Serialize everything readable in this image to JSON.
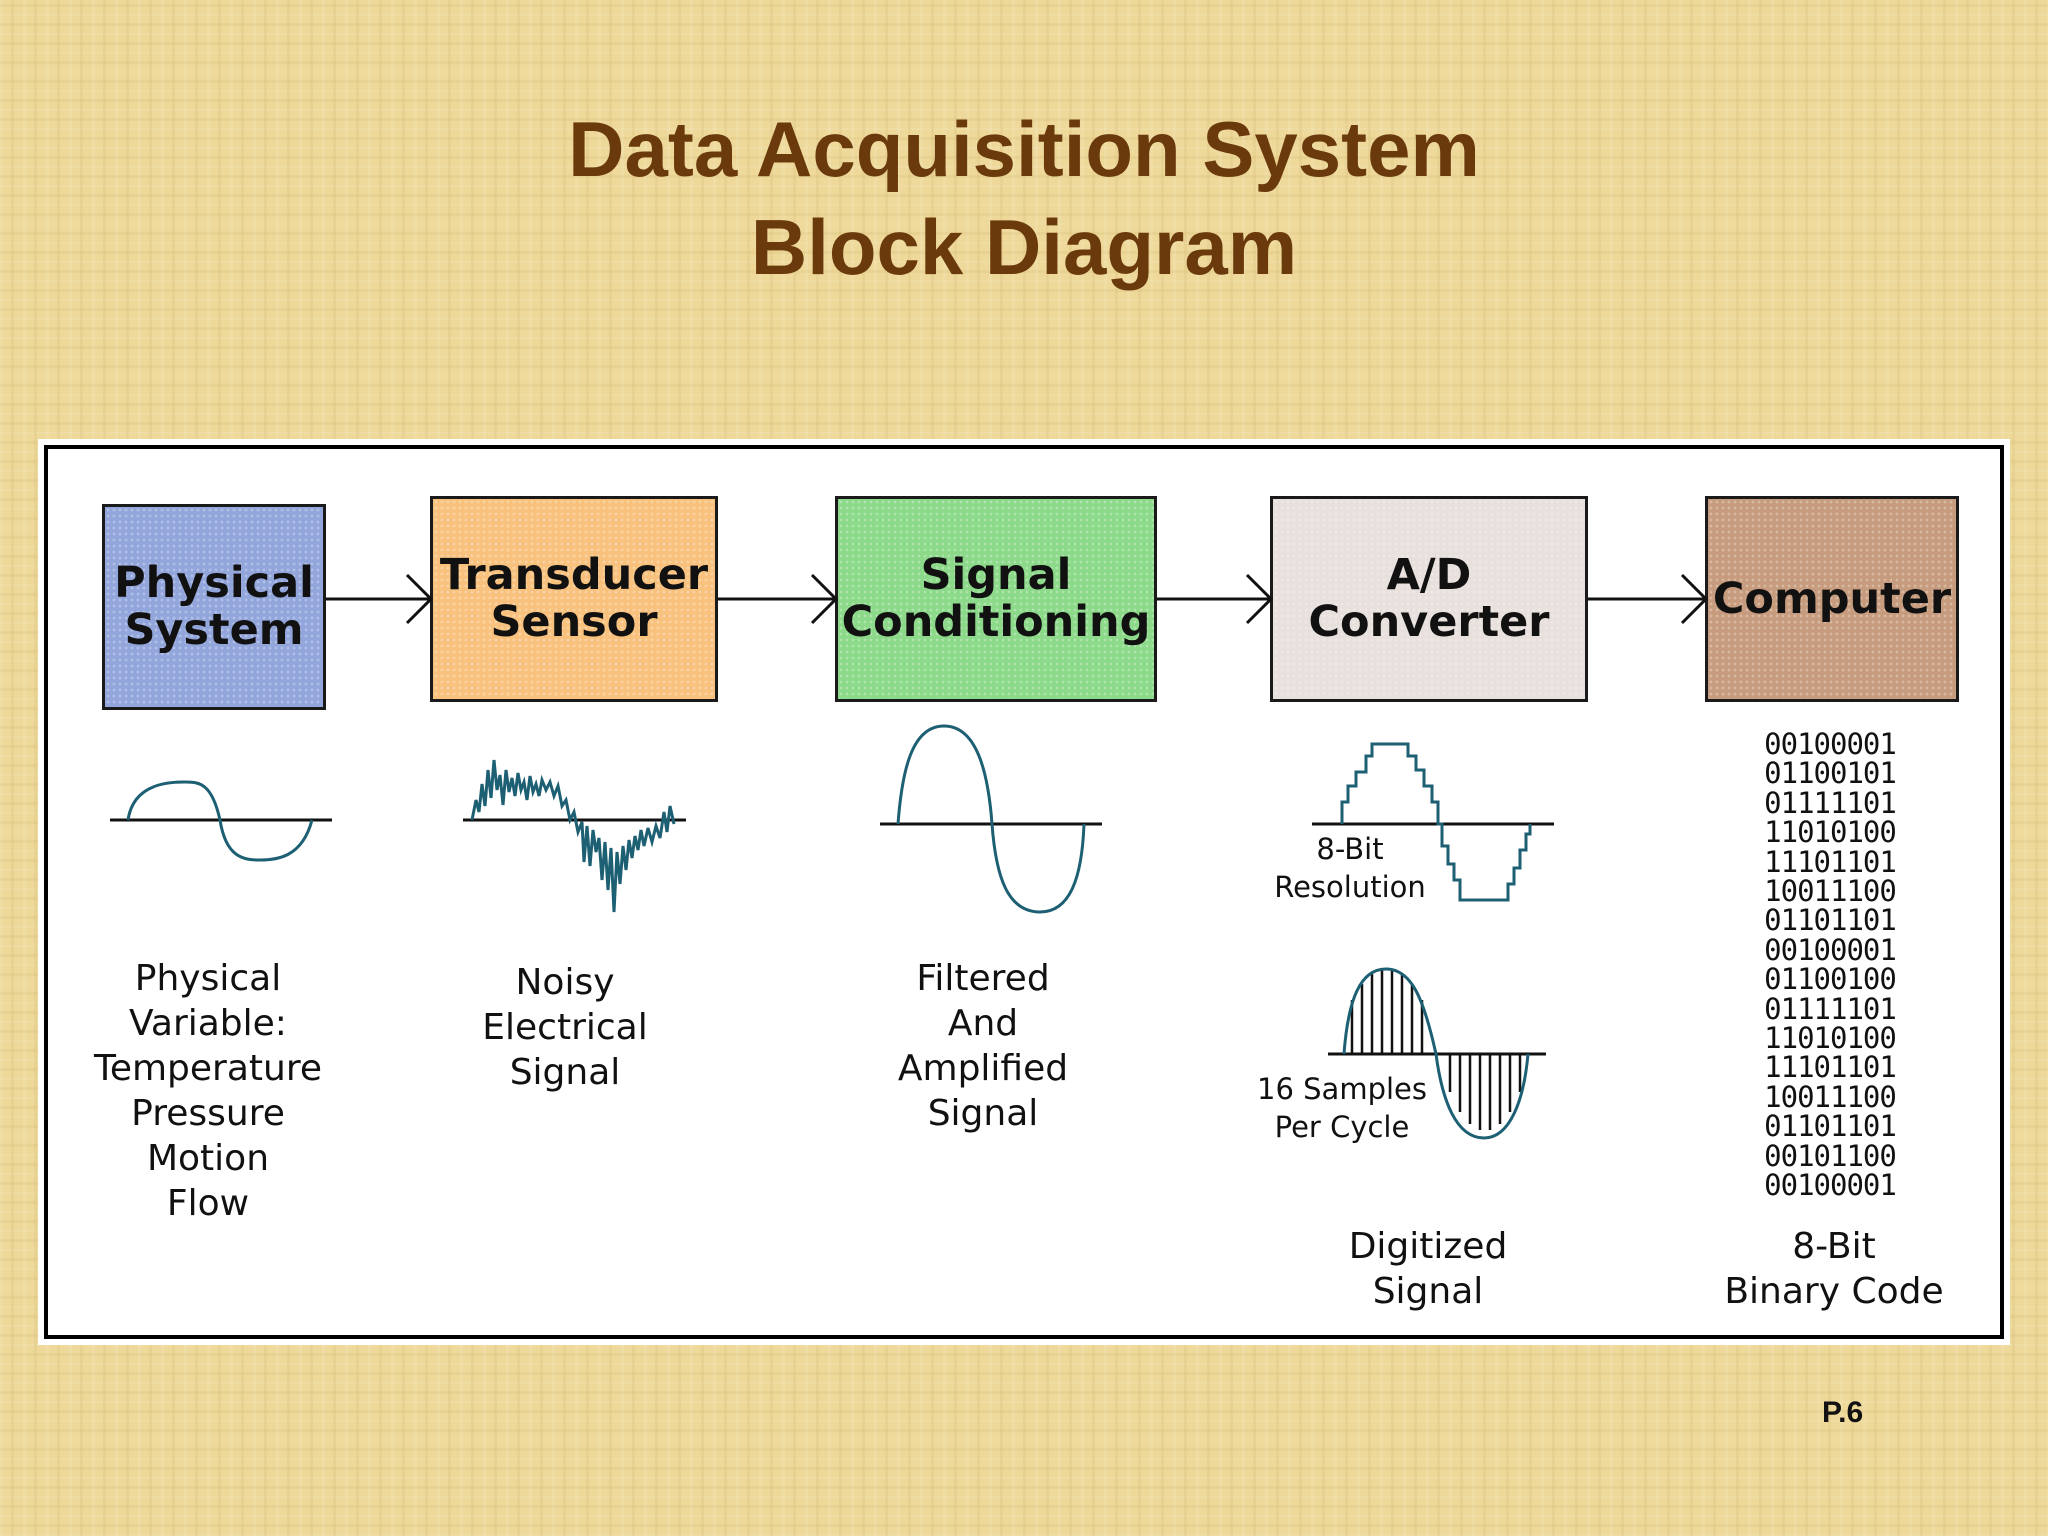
{
  "title": {
    "line1": "Data Acquisition System",
    "line2": "Block Diagram"
  },
  "blocks": [
    {
      "label": "Physical\nSystem",
      "color": "#93a6dc"
    },
    {
      "label": "Transducer\nSensor",
      "color": "#f8c27e"
    },
    {
      "label": "Signal\nConditioning",
      "color": "#8cd98a"
    },
    {
      "label": "A/D\nConverter",
      "color": "#e8e0dc"
    },
    {
      "label": "Computer",
      "color": "#c79c7e"
    }
  ],
  "captions": {
    "physical": "Physical\nVariable:\nTemperature\nPressure\nMotion\nFlow",
    "transducer": "Noisy\nElectrical\nSignal",
    "conditioning": "Filtered\nAnd\nAmplified\nSignal",
    "digitized": "Digitized\nSignal",
    "binary": "8-Bit\nBinary Code"
  },
  "notes": {
    "resolution": "8-Bit\nResolution",
    "samples": "16 Samples\nPer Cycle"
  },
  "binary_code": [
    "00100001",
    "01100101",
    "01111101",
    "11010100",
    "11101101",
    "10011100",
    "01101101",
    "00100001",
    "01100100",
    "01111101",
    "11010100",
    "11101101",
    "10011100",
    "01101101",
    "00101100",
    "00100001"
  ],
  "colors": {
    "title": "#6b3a0c",
    "waveform": "#1d5f73"
  },
  "page_number": "P.6"
}
